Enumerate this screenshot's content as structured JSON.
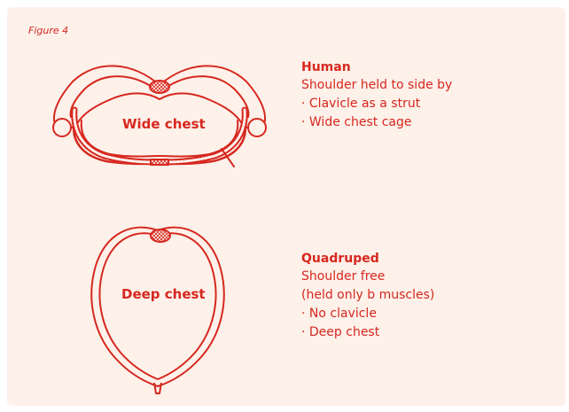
{
  "figure_label": "Figure 4",
  "accent_color": "#d6281f",
  "panel_color": "#fdf1ea",
  "human": {
    "label": "Wide chest",
    "heading": "Human",
    "lines": [
      "Shoulder held to side by",
      "· Clavicle as a strut",
      "· Wide chest cage"
    ]
  },
  "quadruped": {
    "label": "Deep chest",
    "heading": "Quadruped",
    "lines": [
      "Shoulder free",
      "(held only b muscles)",
      "· No clavicle",
      "· Deep chest"
    ]
  }
}
